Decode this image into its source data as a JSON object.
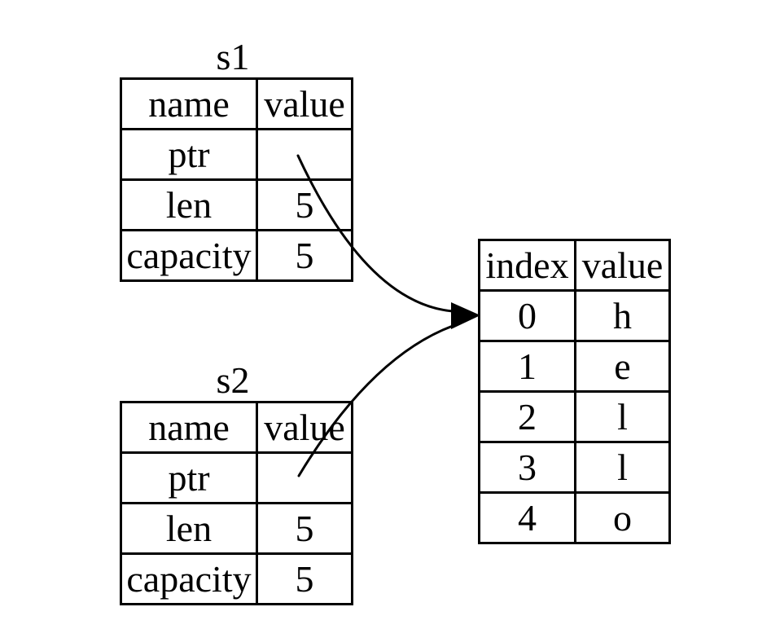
{
  "canvas": {
    "background_color": "#ffffff",
    "stroke_color": "#000000",
    "text_color": "#000000"
  },
  "s1": {
    "title": "s1",
    "headers": {
      "name": "name",
      "value": "value"
    },
    "rows": [
      {
        "name": "ptr",
        "value": ""
      },
      {
        "name": "len",
        "value": "5"
      },
      {
        "name": "capacity",
        "value": "5"
      }
    ]
  },
  "s2": {
    "title": "s2",
    "headers": {
      "name": "name",
      "value": "value"
    },
    "rows": [
      {
        "name": "ptr",
        "value": ""
      },
      {
        "name": "len",
        "value": "5"
      },
      {
        "name": "capacity",
        "value": "5"
      }
    ]
  },
  "heap": {
    "headers": {
      "index": "index",
      "value": "value"
    },
    "rows": [
      {
        "index": "0",
        "value": "h"
      },
      {
        "index": "1",
        "value": "e"
      },
      {
        "index": "2",
        "value": "l"
      },
      {
        "index": "3",
        "value": "l"
      },
      {
        "index": "4",
        "value": "o"
      }
    ]
  },
  "arrows": [
    {
      "name": "s1-ptr-to-heap",
      "from": "s1.ptr.value",
      "to": "heap.row-0"
    },
    {
      "name": "s2-ptr-to-heap",
      "from": "s2.ptr.value",
      "to": "heap.row-0"
    }
  ]
}
